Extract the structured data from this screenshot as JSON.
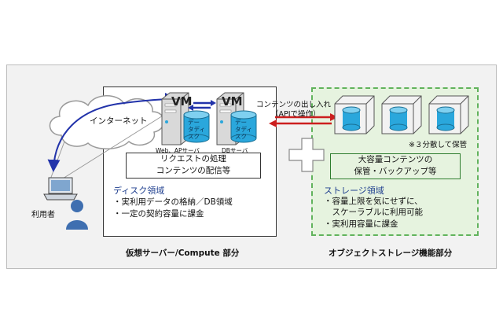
{
  "cloud_label": "インターネット",
  "user_label": "利用者",
  "vm": {
    "label_left": "VM",
    "label_right": "VM",
    "server_web": "Web、APサーバ",
    "server_db": "DBサーバ",
    "disk_label": "データディスク"
  },
  "transfer": {
    "line1": "コンテンツの出し入れ",
    "line2": "（APIで操作）"
  },
  "compute": {
    "caption_lines": [
      "リクエストの処理",
      "コンテンツの配信等"
    ],
    "section_title": "ディスク領域",
    "bullets": [
      "・実利用データの格納／DB領域",
      "・一定の契約容量に課金"
    ],
    "footer": "仮想サーバー/Compute 部分"
  },
  "storage": {
    "distribution_note": "※３分散して保管",
    "caption_lines": [
      "大容量コンテンツの",
      "保管・バックアップ等"
    ],
    "section_title": "ストレージ領域",
    "bullets": [
      "・容量上限を気にせずに、",
      "　スケーラブルに利用可能",
      "・実利用容量に課金"
    ],
    "footer": "オブジェクトストレージ機能部分"
  },
  "colors": {
    "arrow_blue": "#2233aa",
    "arrow_red": "#cc1f1f",
    "cylinder": "#2aa7dc",
    "storage_green": "#61b35c"
  }
}
